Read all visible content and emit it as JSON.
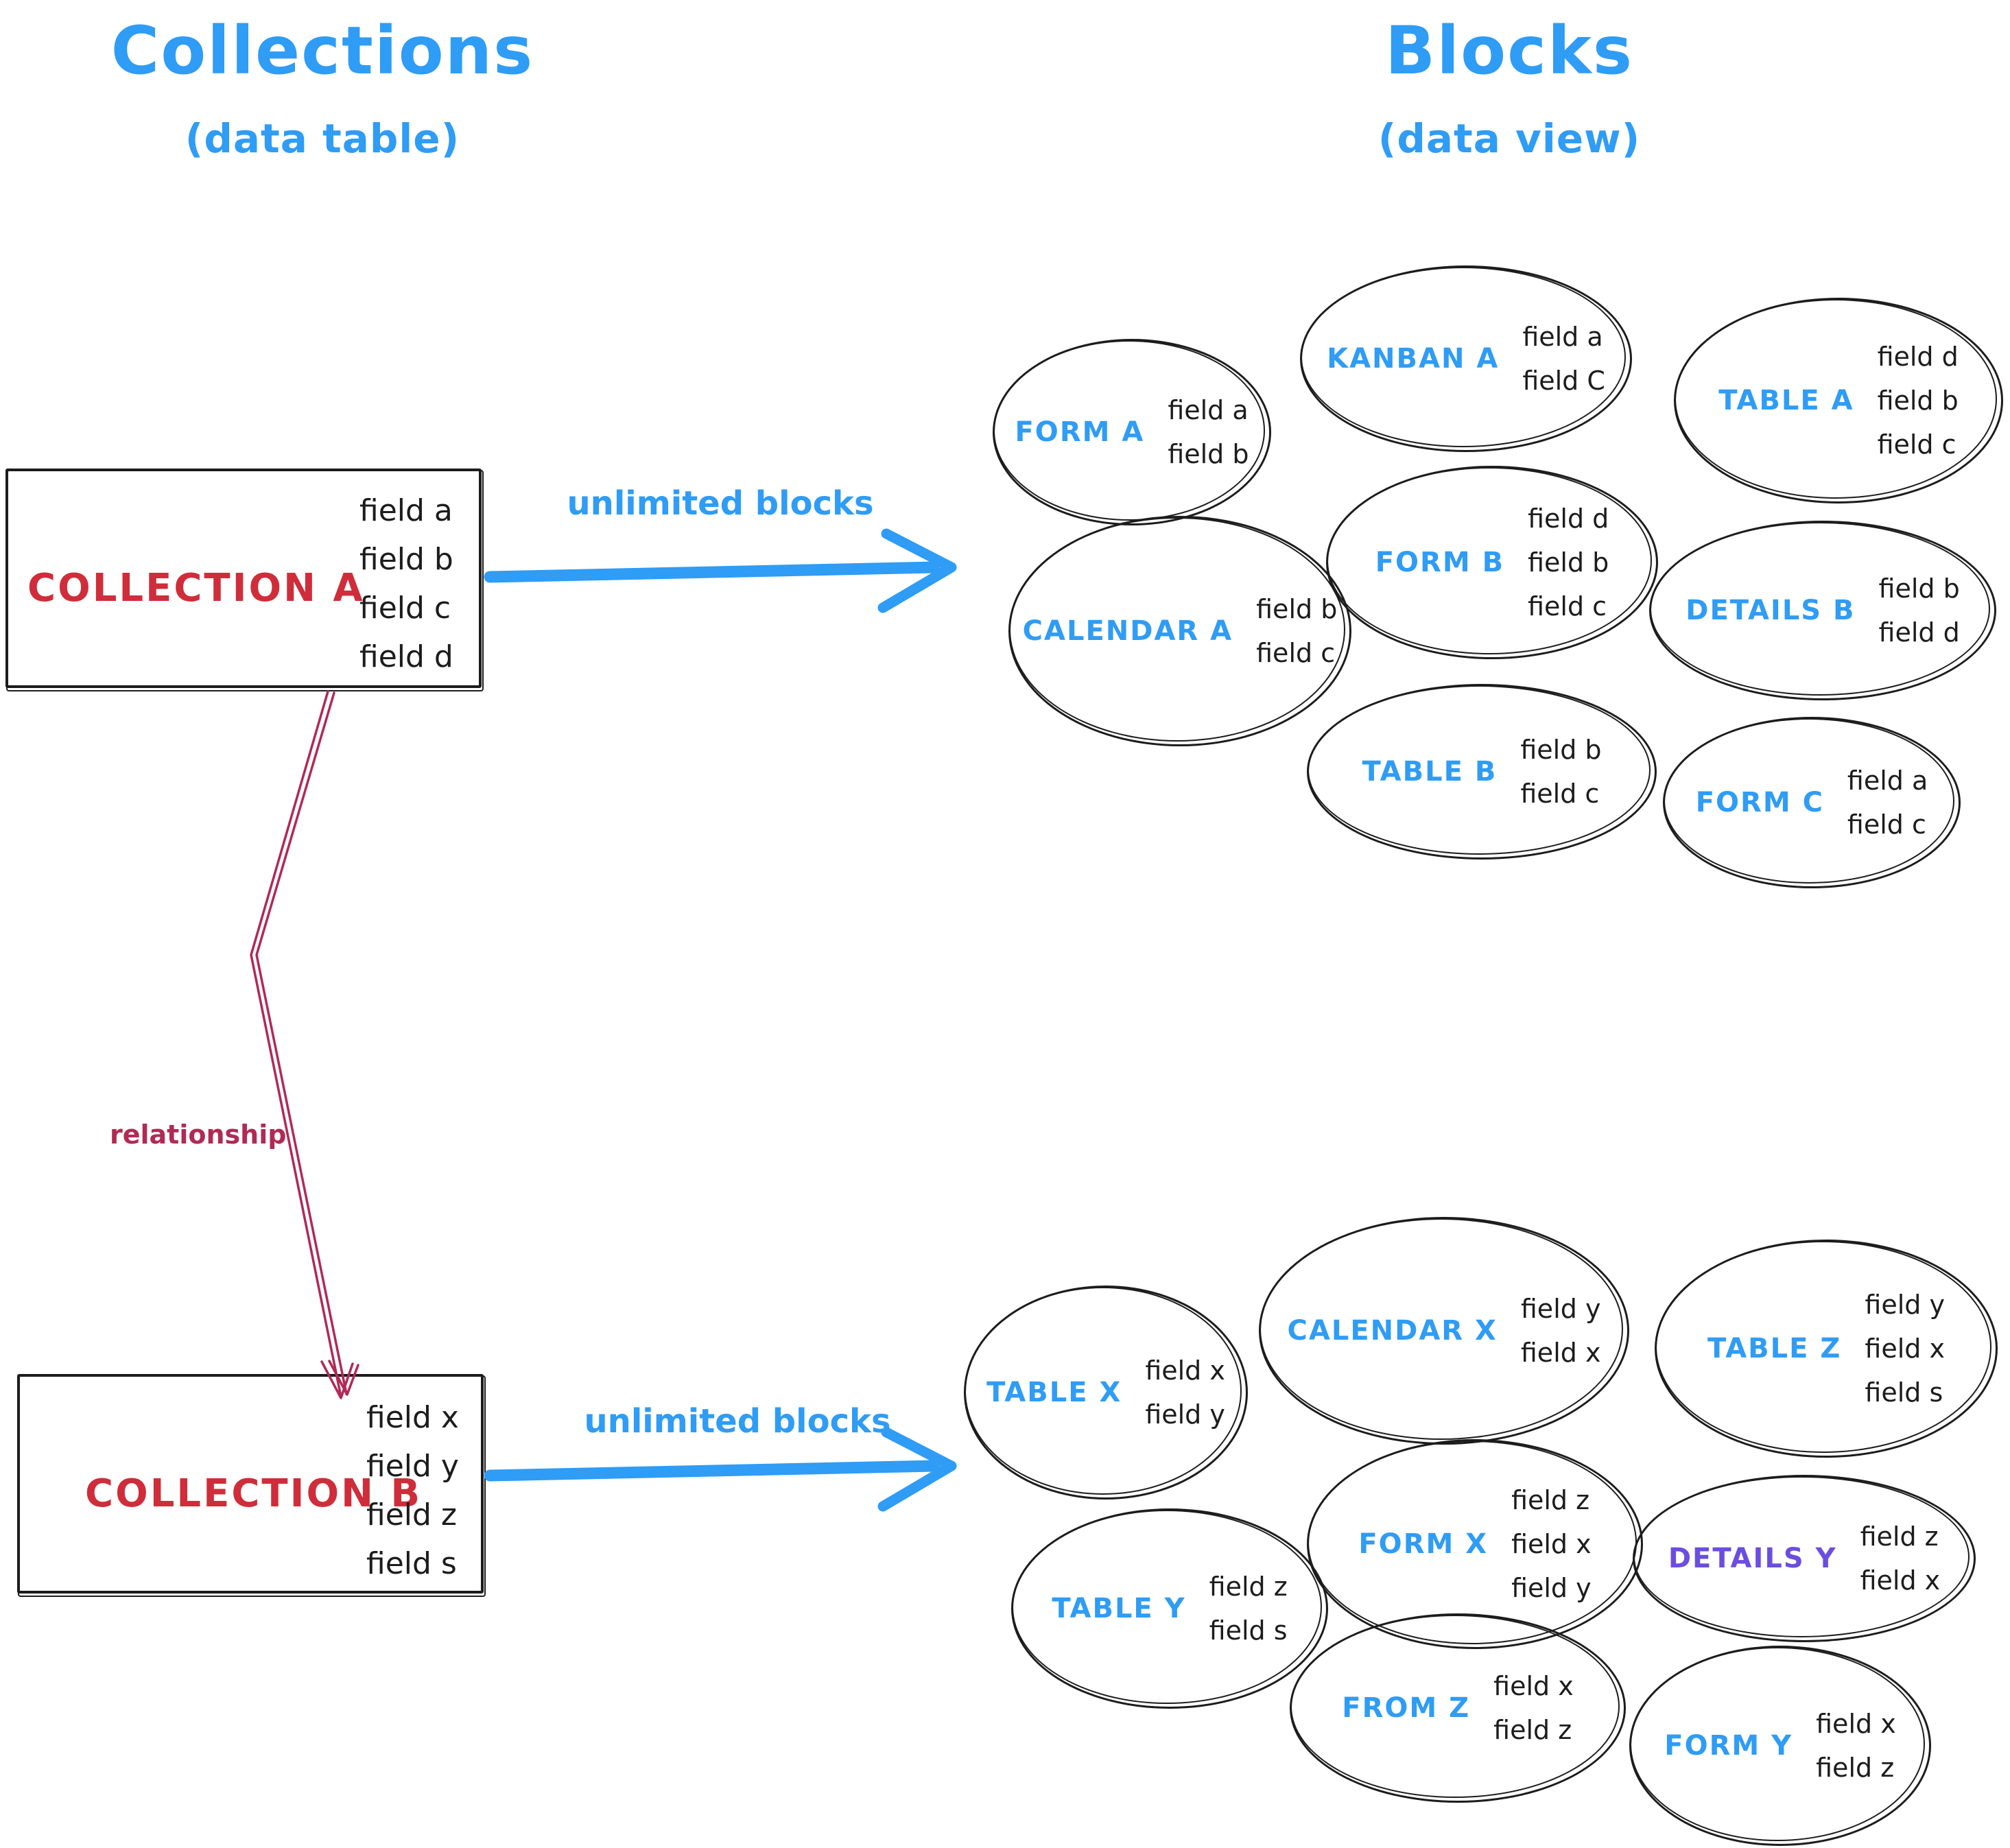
{
  "titles": {
    "left": {
      "title": "Collections",
      "subtitle": "(data table)"
    },
    "right": {
      "title": "Blocks",
      "subtitle": "(data view)"
    }
  },
  "colors": {
    "blue": "#2f9cf5",
    "red": "#cf2d3a",
    "crimson": "#b02a55",
    "purple": "#6b4de0",
    "ink": "#1c1c1c"
  },
  "collections": [
    {
      "name": "COLLECTION A",
      "fields": [
        "field a",
        "field b",
        "field c",
        "field d"
      ],
      "arrow_label": "unlimited blocks"
    },
    {
      "name": "COLLECTION B",
      "fields": [
        "field x",
        "field y",
        "field z",
        "field s"
      ],
      "arrow_label": "unlimited blocks"
    }
  ],
  "relationship_label": "relationship",
  "blocks": {
    "cluster_a": [
      {
        "label": "FORM A",
        "fields": [
          "field a",
          "field b"
        ]
      },
      {
        "label": "KANBAN A",
        "fields": [
          "field a",
          "field C"
        ]
      },
      {
        "label": "TABLE A",
        "fields": [
          "field d",
          "field b",
          "field c"
        ]
      },
      {
        "label": "CALENDAR A",
        "fields": [
          "field b",
          "field c"
        ]
      },
      {
        "label": "FORM B",
        "fields": [
          "field d",
          "field b",
          "field c"
        ]
      },
      {
        "label": "DETAILS B",
        "fields": [
          "field b",
          "field d"
        ]
      },
      {
        "label": "TABLE B",
        "fields": [
          "field b",
          "field c"
        ]
      },
      {
        "label": "FORM C",
        "fields": [
          "field a",
          "field c"
        ]
      }
    ],
    "cluster_b": [
      {
        "label": "TABLE X",
        "fields": [
          "field x",
          "field y"
        ]
      },
      {
        "label": "CALENDAR X",
        "fields": [
          "field y",
          "field x"
        ]
      },
      {
        "label": "TABLE Z",
        "fields": [
          "field y",
          "field x",
          "field s"
        ]
      },
      {
        "label": "TABLE Y",
        "fields": [
          "field z",
          "field s"
        ]
      },
      {
        "label": "FORM X",
        "fields": [
          "field z",
          "field x",
          "field y"
        ]
      },
      {
        "label": "DETAILS Y",
        "fields": [
          "field z",
          "field x"
        ]
      },
      {
        "label": "FROM Z",
        "fields": [
          "field x",
          "field z"
        ]
      },
      {
        "label": "FORM Y",
        "fields": [
          "field x",
          "field z"
        ]
      }
    ]
  }
}
